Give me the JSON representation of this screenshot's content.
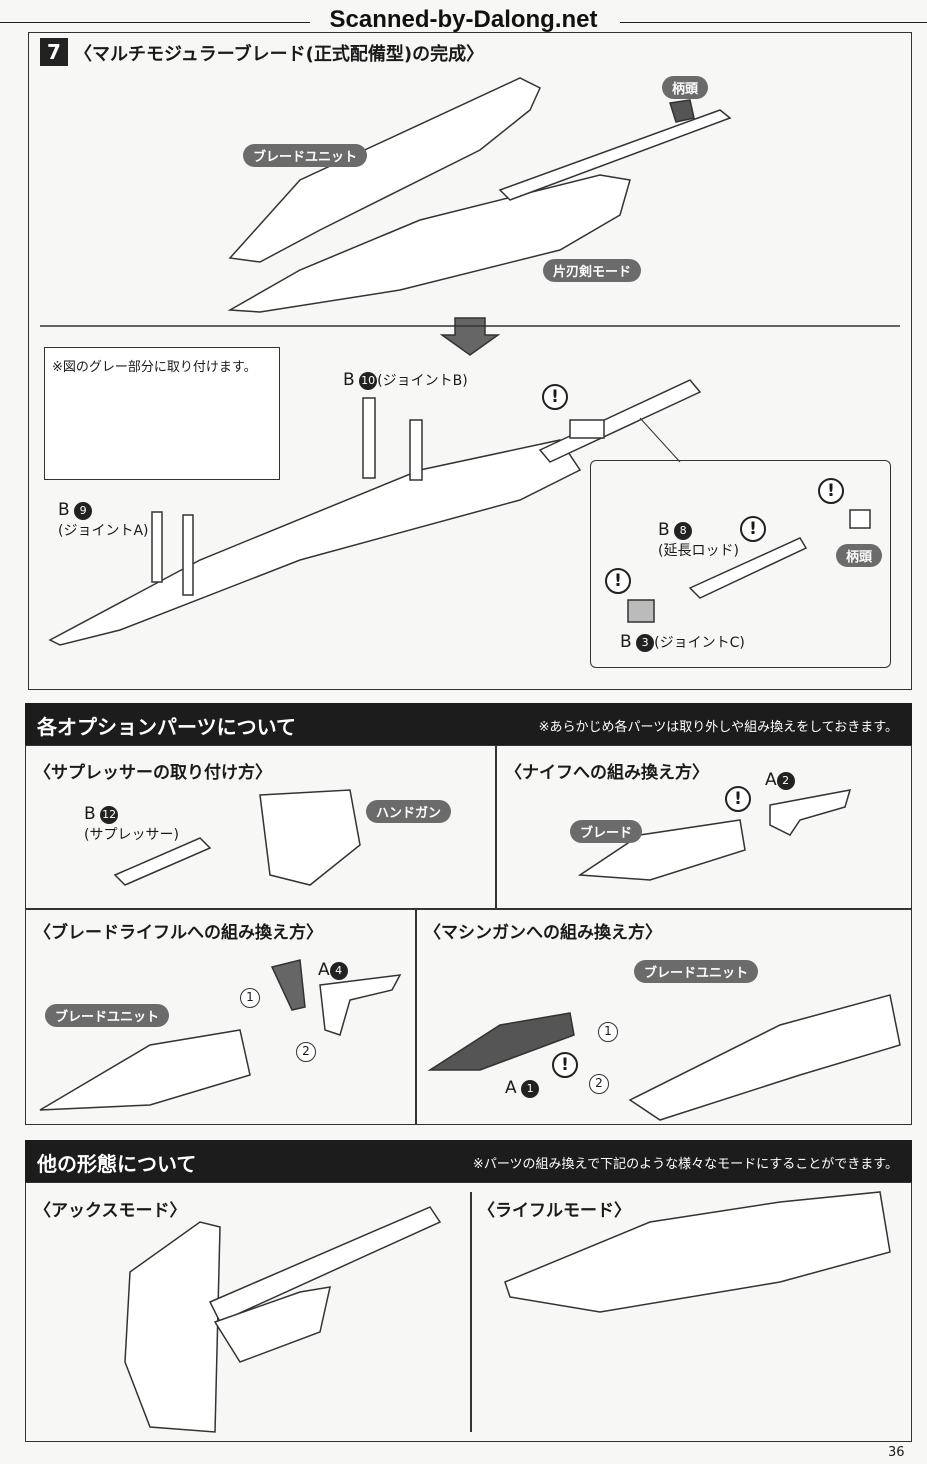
{
  "watermark": "Scanned-by-Dalong.net",
  "step7": {
    "number": "7",
    "title": "〈マルチモジュラーブレード(正式配備型)の完成〉",
    "labels": {
      "blade_unit": "ブレードユニット",
      "pommel": "柄頭",
      "single_edge_mode": "片刃剣モード"
    },
    "inset_note": "※図のグレー部分に取り付けます。",
    "joint_b": {
      "part": "B",
      "num": "10",
      "name": "(ジョイントB)"
    },
    "joint_a": {
      "part": "B",
      "num": "9",
      "name": "(ジョイントA)"
    },
    "detail": {
      "rod": {
        "part": "B",
        "num": "8",
        "name": "(延長ロッド)"
      },
      "pommel": "柄頭",
      "joint_c": {
        "part": "B",
        "num": "3",
        "name": "(ジョイントC)"
      }
    },
    "warning_glyph": "!"
  },
  "options": {
    "heading": "各オプションパーツについて",
    "note": "※あらかじめ各パーツは取り外しや組み換えをしておきます。",
    "suppressor": {
      "title": "〈サプレッサーの取り付け方〉",
      "part": "B",
      "num": "12",
      "name": "(サプレッサー)",
      "handgun": "ハンドガン"
    },
    "knife": {
      "title": "〈ナイフへの組み換え方〉",
      "part": "A",
      "num": "2",
      "blade": "ブレード"
    },
    "blade_rifle": {
      "title": "〈ブレードライフルへの組み換え方〉",
      "blade_unit": "ブレードユニット",
      "part": "A",
      "num": "4",
      "step1": "1",
      "step2": "2"
    },
    "machinegun": {
      "title": "〈マシンガンへの組み換え方〉",
      "blade_unit": "ブレードユニット",
      "part": "A",
      "num": "1",
      "step1": "1",
      "step2": "2"
    }
  },
  "forms": {
    "heading": "他の形態について",
    "note": "※パーツの組み換えで下記のような様々なモードにすることができます。",
    "axe": "〈アックスモード〉",
    "rifle": "〈ライフルモード〉"
  },
  "page_number": "36"
}
